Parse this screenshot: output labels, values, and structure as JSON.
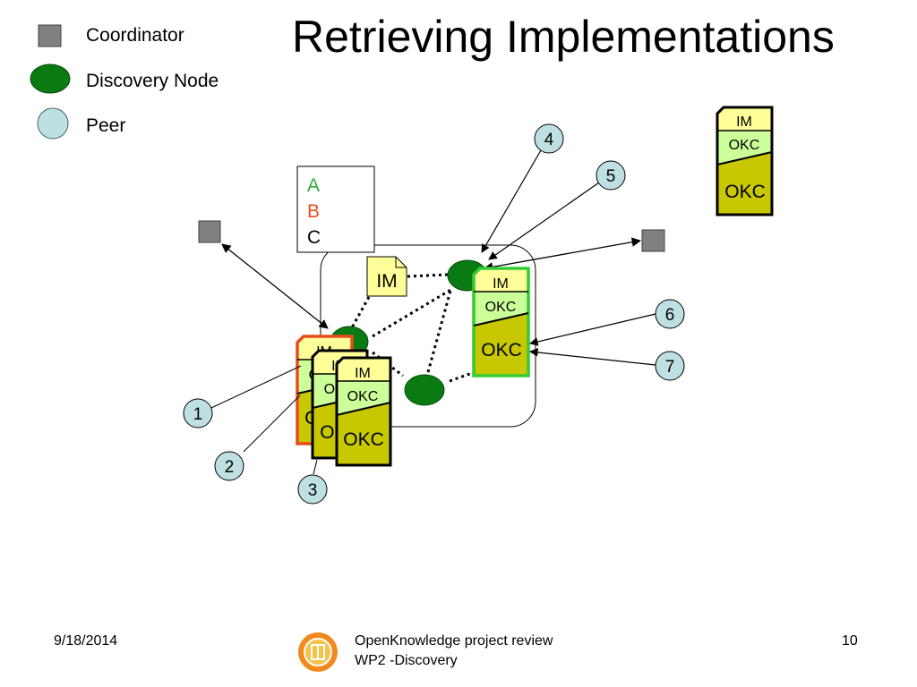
{
  "slide": {
    "title": "Retrieving Implementations"
  },
  "legend": {
    "coordinator": "Coordinator",
    "discovery_node": "Discovery Node",
    "peer": "Peer"
  },
  "abc_box": {
    "a": "A",
    "b": "B",
    "c": "C"
  },
  "card_labels": {
    "im": "IM",
    "okc": "OKC"
  },
  "steps": [
    "1",
    "2",
    "3",
    "4",
    "5",
    "6",
    "7"
  ],
  "colors": {
    "coordinator": "#808080",
    "discovery_node": "#0a7a12",
    "peer": "#bfe0e3",
    "im_fill": "#ffff99",
    "okc_light": "#ccff99",
    "okc_dark": "#c8c800",
    "green_border": "#33cc33",
    "red_border": "#e84c1e",
    "a_color": "#33aa33",
    "b_color": "#e84c1e"
  },
  "footer": {
    "date": "9/18/2014",
    "line1": "OpenKnowledge project review",
    "line2": "WP2 -Discovery",
    "page": "10"
  }
}
